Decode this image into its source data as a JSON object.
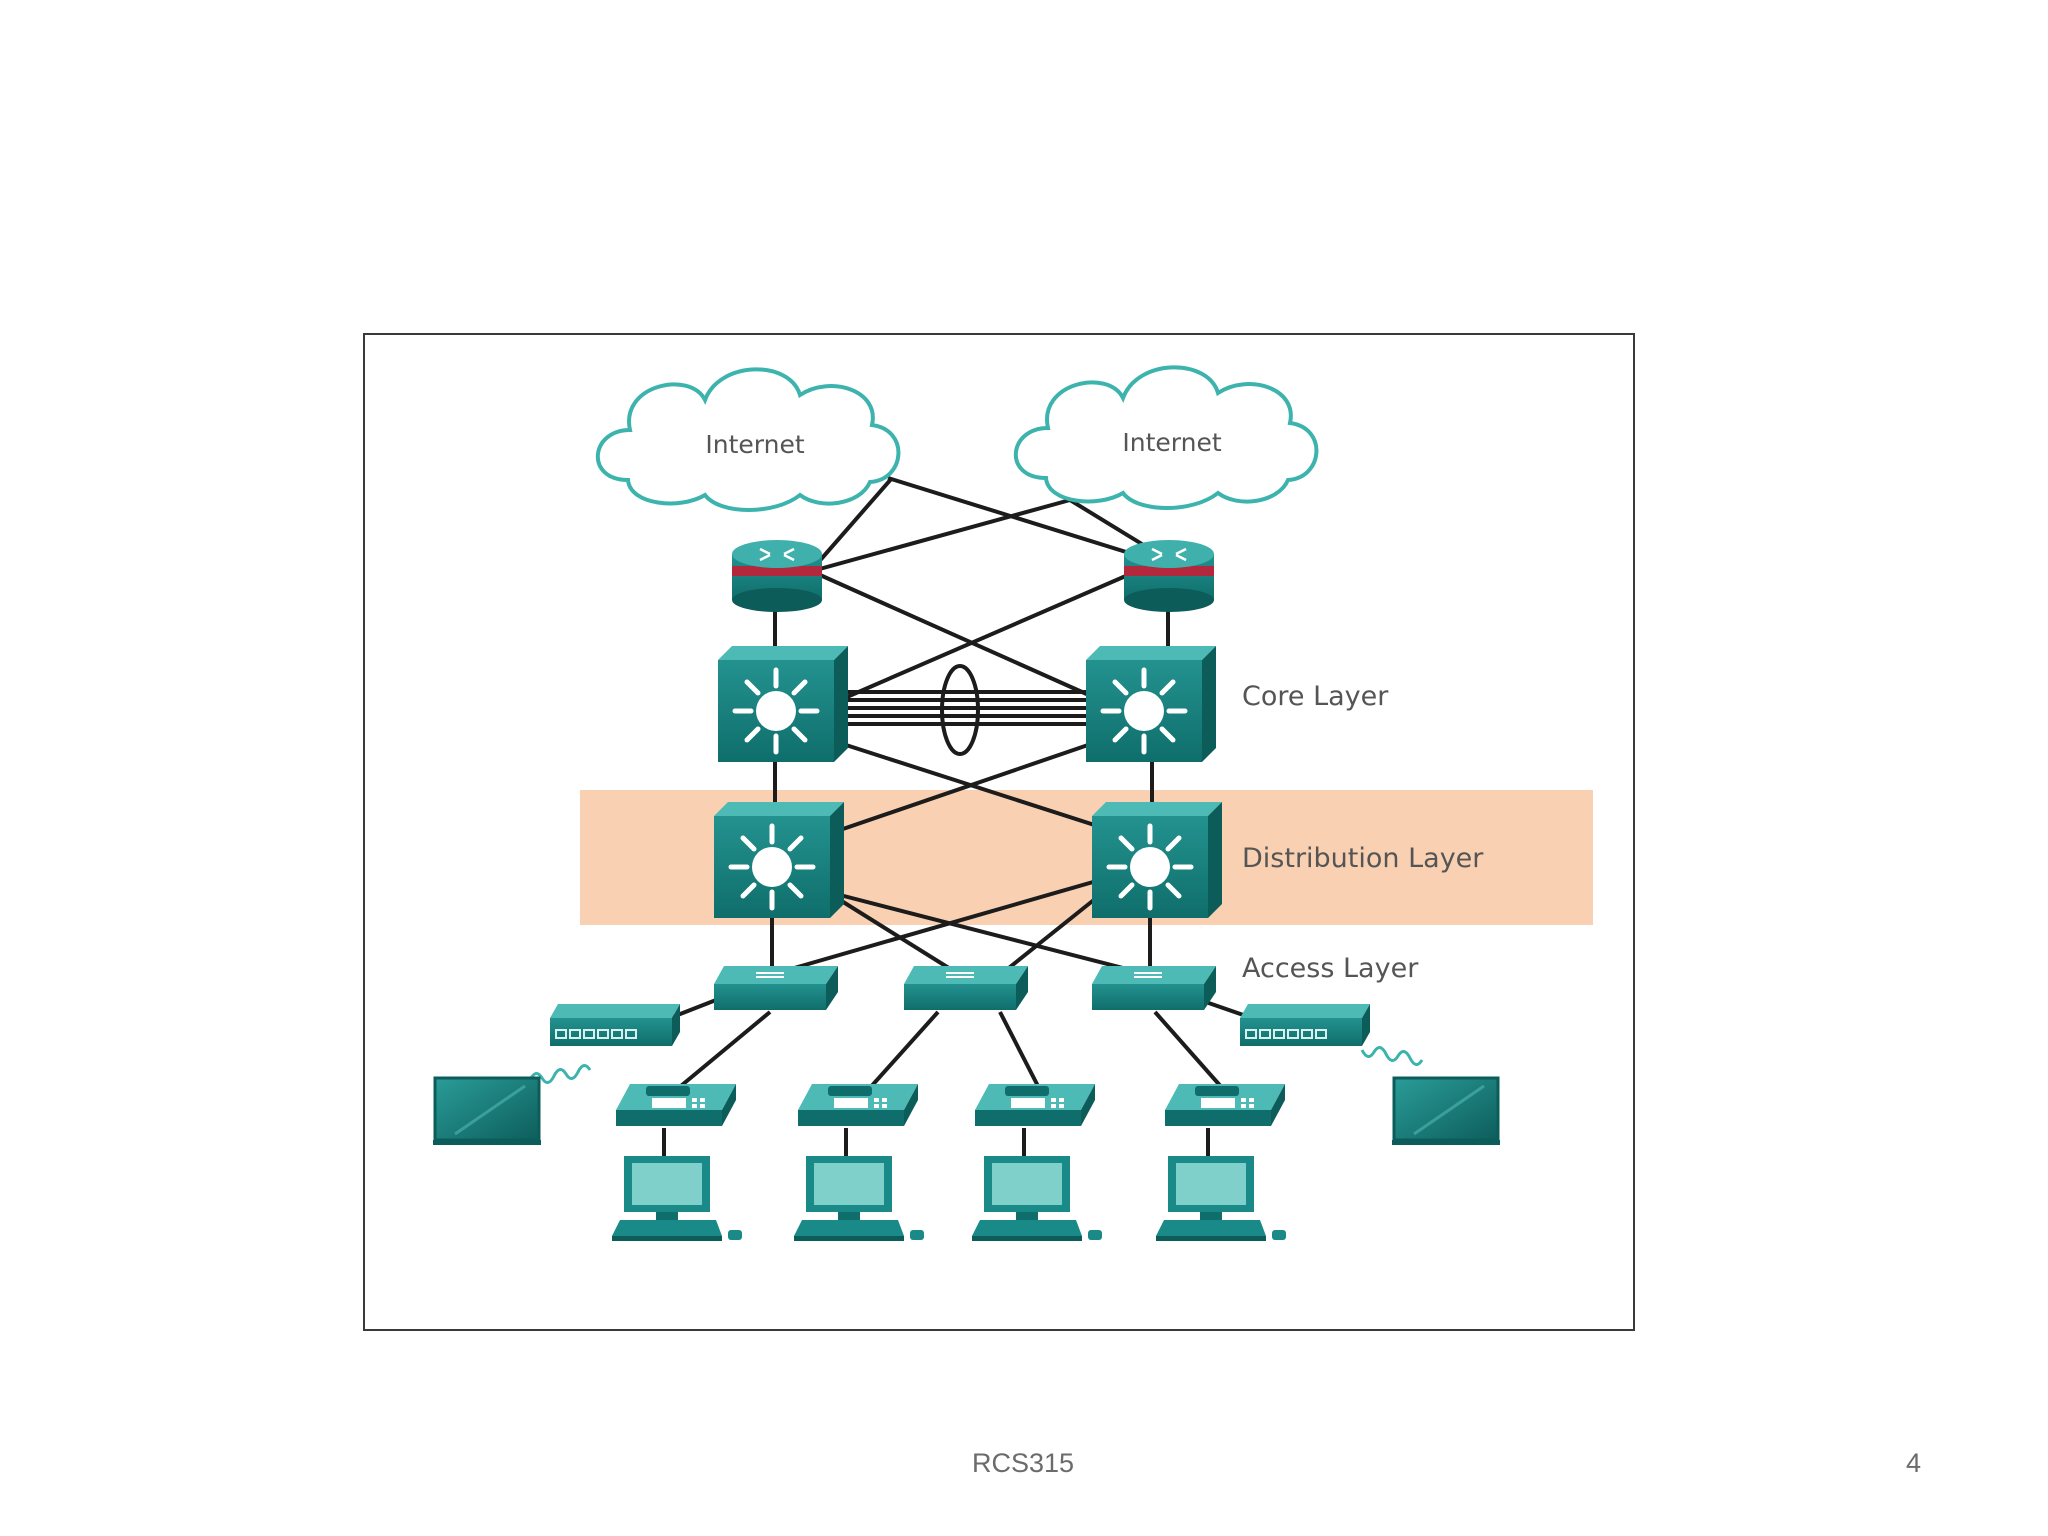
{
  "diagram": {
    "clouds": [
      "Internet",
      "Internet"
    ],
    "layers": {
      "core": "Core Layer",
      "distribution": "Distribution Layer",
      "access": "Access Layer"
    },
    "colors": {
      "device_teal": "#1a8a88",
      "device_dark": "#0f6664",
      "cloud_stroke": "#3db3ad",
      "distribution_band": "#f8c9a4",
      "router_band": "#b3283c",
      "link": "#1c1c1c",
      "label_text": "#555555"
    }
  },
  "footer": {
    "course": "RCS315",
    "page_number": "4"
  }
}
